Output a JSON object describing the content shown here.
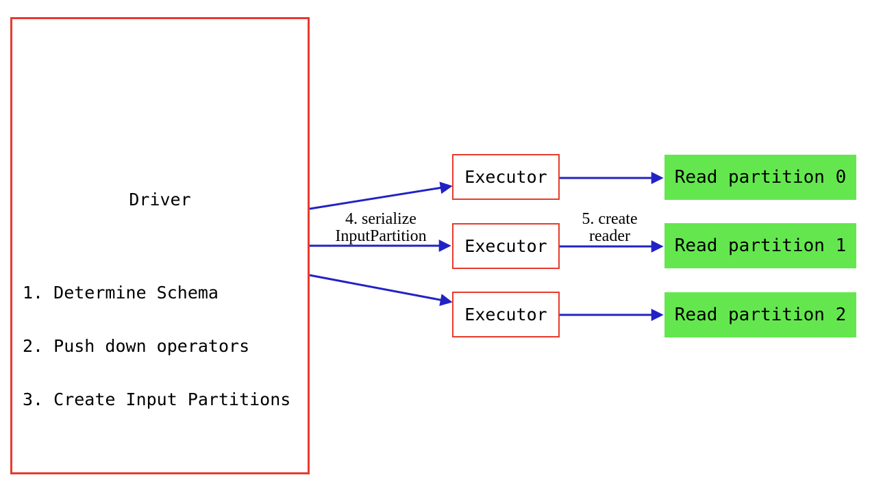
{
  "colors": {
    "node_border": "#e8392c",
    "arrow": "#2222c4",
    "partition_fill": "#64e74e",
    "text": "#000000",
    "background": "#ffffff"
  },
  "driver": {
    "title": "Driver",
    "steps": [
      "1. Determine Schema",
      "2. Push down operators",
      "3. Create Input Partitions"
    ]
  },
  "executors": [
    {
      "label": "Executor"
    },
    {
      "label": "Executor"
    },
    {
      "label": "Executor"
    }
  ],
  "partitions": [
    {
      "label": "Read partition 0"
    },
    {
      "label": "Read partition 1"
    },
    {
      "label": "Read partition 2"
    }
  ],
  "edge_labels": {
    "serialize": [
      "4. serialize",
      "InputPartition"
    ],
    "create_reader": [
      "5. create",
      "reader"
    ]
  }
}
